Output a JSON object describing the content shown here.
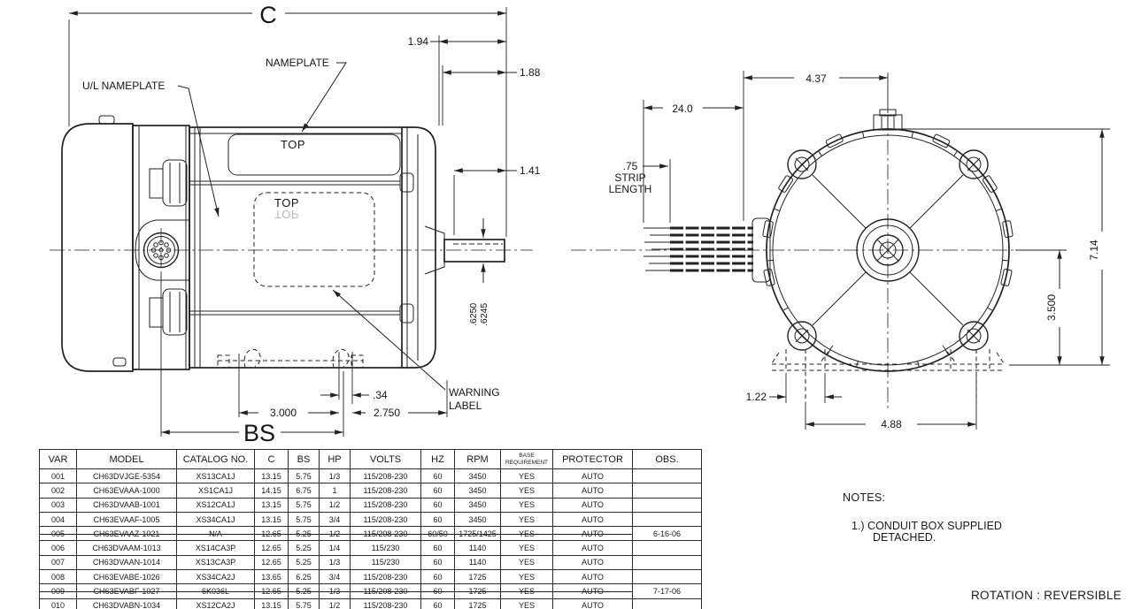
{
  "colors": {
    "ink": "#222222",
    "background": "#ffffff",
    "muted_text": "#b9b9b9"
  },
  "drawing": {
    "side": {
      "c": "C",
      "bs": "BS",
      "d194": "1.94",
      "d188": "1.88",
      "d141": "1.41",
      "dia_top": ".6250",
      "dia_bot": ".6245",
      "d34": ".34",
      "d3000": "3.000",
      "d2750": "2.750",
      "nameplate": "NAMEPLATE",
      "ul_nameplate": "U/L NAMEPLATE",
      "warning_line1": "WARNING",
      "warning_line2": "LABEL",
      "top_band": "TOP",
      "top_plate": "TOP",
      "top_mirror": "TOP"
    },
    "front": {
      "d437": "4.37",
      "d240": "24.0",
      "strip1": ".75",
      "strip2": "STRIP",
      "strip3": "LENGTH",
      "d714": "7.14",
      "d3500": "3.500",
      "d122": "1.22",
      "d488": "4.88"
    }
  },
  "notes": {
    "title": "NOTES:",
    "note1_line1": "1.) CONDUIT BOX SUPPLIED",
    "note1_line2": "DETACHED.",
    "rotation": "ROTATION : REVERSIBLE"
  },
  "table": {
    "headers": [
      "VAR",
      "MODEL",
      "CATALOG NO.",
      "C",
      "BS",
      "HP",
      "VOLTS",
      "HZ",
      "RPM",
      "BASE REQUIREMENT",
      "PROTECTOR",
      "OBS."
    ],
    "rows": [
      {
        "struck": false,
        "cells": [
          "001",
          "CH63DVJGE-5354",
          "XS13CA1J",
          "13.15",
          "5.75",
          "1/3",
          "115/208-230",
          "60",
          "3450",
          "YES",
          "AUTO",
          ""
        ]
      },
      {
        "struck": false,
        "cells": [
          "002",
          "CH63EVAAA-1000",
          "XS1CA1J",
          "14.15",
          "6.75",
          "1",
          "115/208-230",
          "60",
          "3450",
          "YES",
          "AUTO",
          ""
        ]
      },
      {
        "struck": false,
        "cells": [
          "003",
          "CH63DVAAB-1001",
          "XS12CA1J",
          "13.15",
          "5.75",
          "1/2",
          "115/208-230",
          "60",
          "3450",
          "YES",
          "AUTO",
          ""
        ]
      },
      {
        "struck": false,
        "cells": [
          "004",
          "CH63EVAAF-1005",
          "XS34CA1J",
          "13.15",
          "5.75",
          "3/4",
          "115/208-230",
          "60",
          "3450",
          "YES",
          "AUTO",
          ""
        ]
      },
      {
        "struck": true,
        "cells": [
          "005",
          "CH63EVAAZ-1021",
          "N/A",
          "12.65",
          "5.25",
          "1/2",
          "115/208-230",
          "60/50",
          "1725/1425",
          "YES",
          "AUTO",
          "6-16-06"
        ]
      },
      {
        "struck": false,
        "cells": [
          "006",
          "CH63DVAAM-1013",
          "XS14CA3P",
          "12.65",
          "5.25",
          "1/4",
          "115/230",
          "60",
          "1140",
          "YES",
          "AUTO",
          ""
        ]
      },
      {
        "struck": false,
        "cells": [
          "007",
          "CH63DVAAN-1014",
          "XS13CA3P",
          "12.65",
          "5.25",
          "1/3",
          "115/230",
          "60",
          "1140",
          "YES",
          "AUTO",
          ""
        ]
      },
      {
        "struck": false,
        "cells": [
          "008",
          "CH63EVABE-1026",
          "XS34CA2J",
          "13.65",
          "6.25",
          "3/4",
          "115/208-230",
          "60",
          "1725",
          "YES",
          "AUTO",
          ""
        ]
      },
      {
        "struck": true,
        "cells": [
          "009",
          "CH63EVABF-1027",
          "6K036L",
          "12.65",
          "5.25",
          "1/3",
          "115/208-230",
          "60",
          "1725",
          "YES",
          "AUTO",
          "7-17-06"
        ]
      },
      {
        "struck": false,
        "cells": [
          "010",
          "CH63DVABN-1034",
          "XS12CA2J",
          "13.15",
          "5.75",
          "1/2",
          "115/208-230",
          "60",
          "1725",
          "YES",
          "AUTO",
          ""
        ]
      }
    ]
  }
}
